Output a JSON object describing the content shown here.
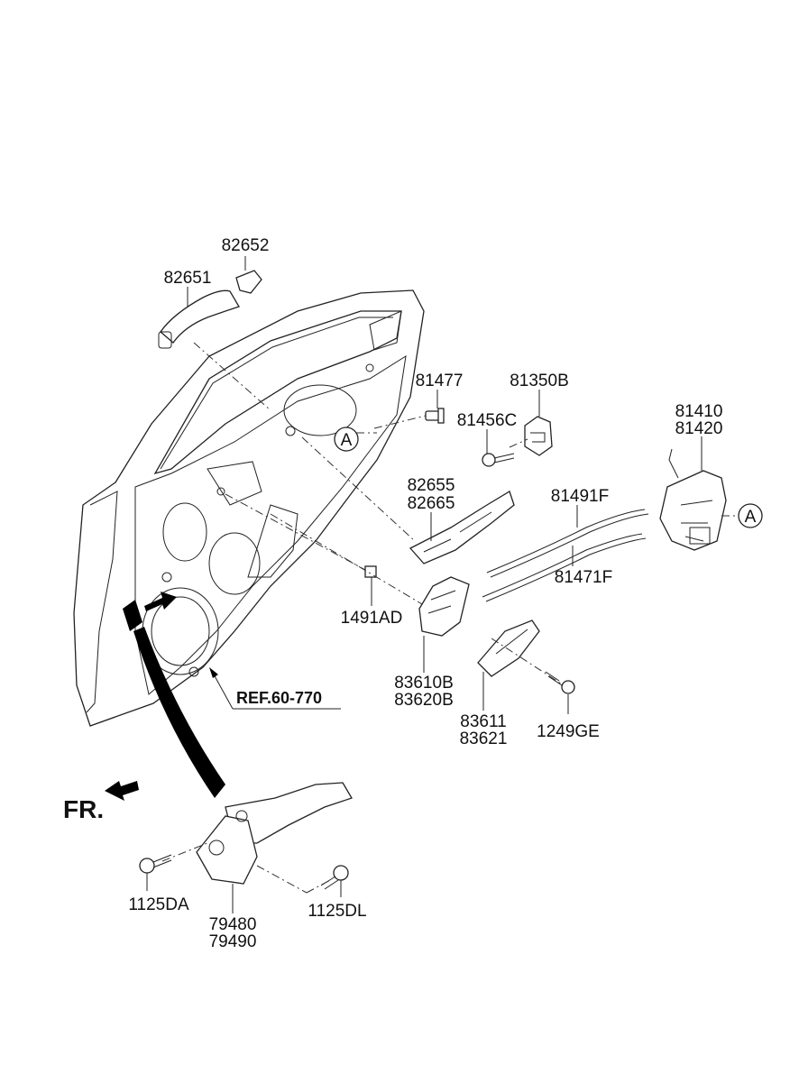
{
  "parts": {
    "p82652": "82652",
    "p82651": "82651",
    "p81477": "81477",
    "p81350B": "81350B",
    "p81456C": "81456C",
    "p81410": "81410",
    "p81420": "81420",
    "p82655": "82655",
    "p82665": "82665",
    "p81491F": "81491F",
    "p81471F": "81471F",
    "p1491AD": "1491AD",
    "p83610B": "83610B",
    "p83620B": "83620B",
    "p83611": "83611",
    "p83621": "83621",
    "p1249GE": "1249GE",
    "p1125DA": "1125DA",
    "p79480": "79480",
    "p79490": "79490",
    "p1125DL": "1125DL"
  },
  "reference": "REF.60-770",
  "direction_label": "FR.",
  "callouts": {
    "left": "A",
    "right": "A"
  }
}
